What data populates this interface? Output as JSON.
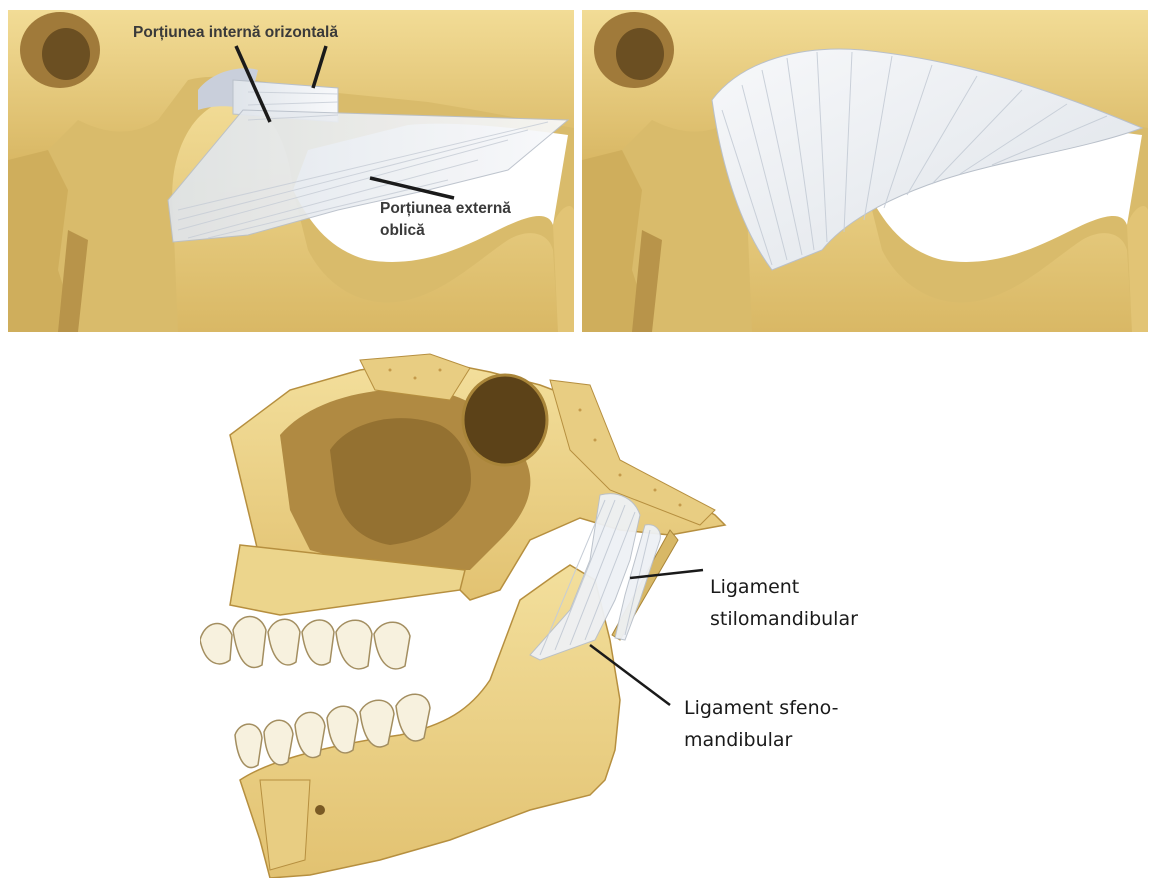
{
  "labels": {
    "horizontal_portion": "Porțiunea internă orizontală",
    "oblique_portion_line1": "Porțiunea externă",
    "oblique_portion_line2": "oblică",
    "stylomandibular_line1": "Ligament",
    "stylomandibular_line2": "stilomandibular",
    "sphenomandibular_line1": "Ligament sfeno-",
    "sphenomandibular_line2": "mandibular"
  },
  "colors": {
    "bone": "#e9cf7f",
    "bone_light": "#f3e2a3",
    "bone_shadow": "#c7a24e",
    "cavity": "#8a6a34",
    "ligament": "#eef1f5",
    "ligament_edge": "#b9c0ca",
    "leader_line": "#1a1a1a"
  }
}
